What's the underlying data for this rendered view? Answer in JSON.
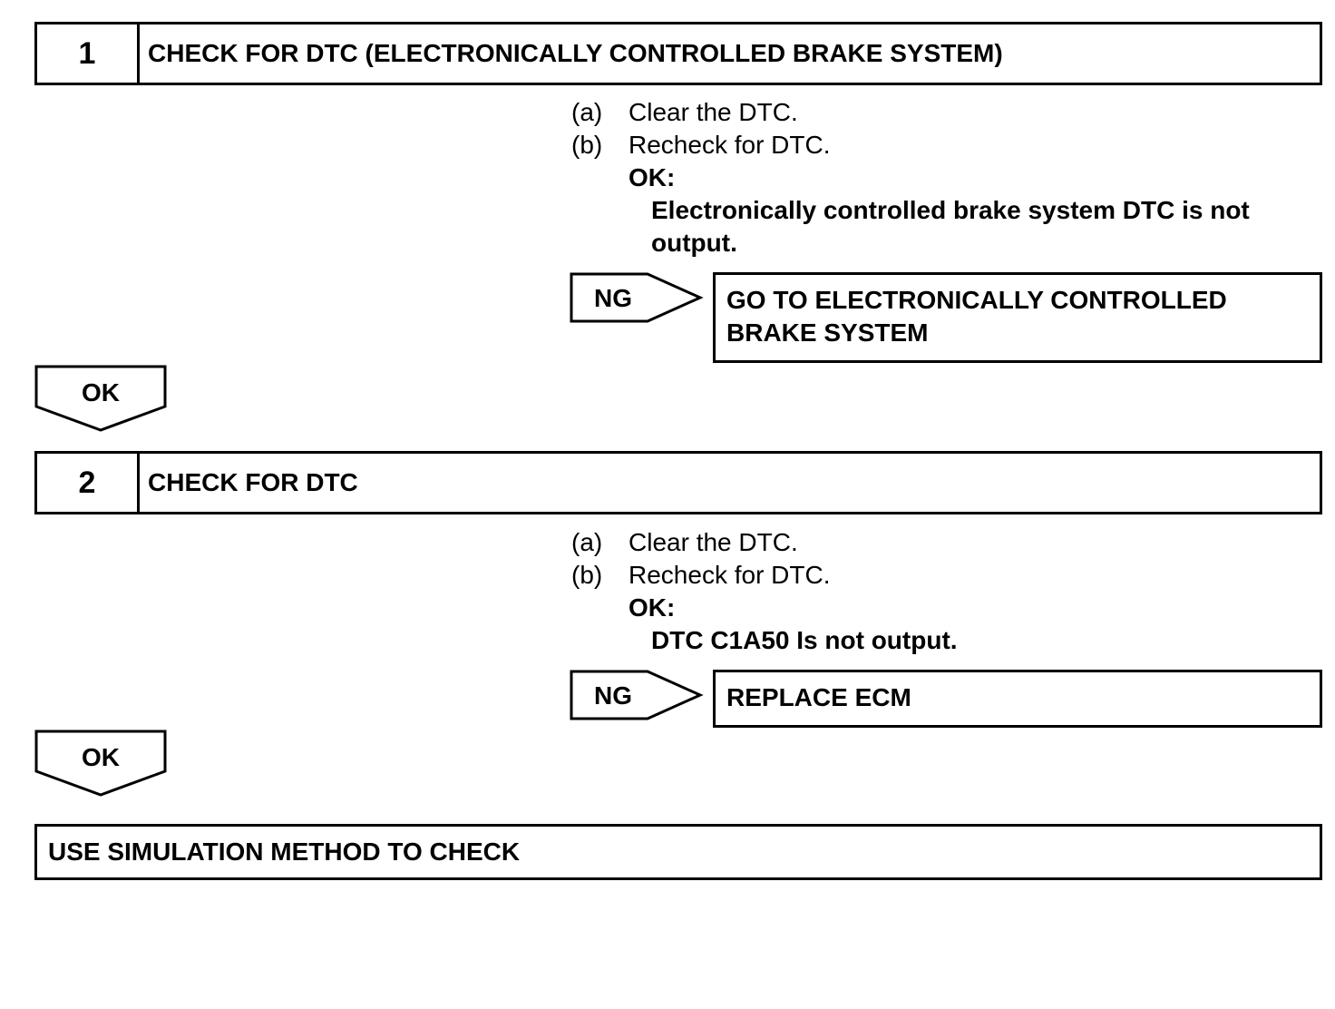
{
  "steps": [
    {
      "number": "1",
      "title": "CHECK FOR DTC (ELECTRONICALLY CONTROLLED BRAKE SYSTEM)",
      "actions": [
        {
          "marker": "(a)",
          "text": "Clear the DTC."
        },
        {
          "marker": "(b)",
          "text": "Recheck for DTC."
        }
      ],
      "ok_label": "OK:",
      "ok_criteria": [
        "Electronically controlled brake system DTC is not",
        "output."
      ],
      "ng_label": "NG",
      "ng_result": [
        "GO TO ELECTRONICALLY CONTROLLED",
        "BRAKE SYSTEM"
      ],
      "ok_arrow_label": "OK"
    },
    {
      "number": "2",
      "title": "CHECK FOR DTC",
      "actions": [
        {
          "marker": "(a)",
          "text": "Clear the DTC."
        },
        {
          "marker": "(b)",
          "text": "Recheck for DTC."
        }
      ],
      "ok_label": "OK:",
      "ok_criteria": [
        "DTC C1A50 Is not output."
      ],
      "ng_label": "NG",
      "ng_result": [
        "REPLACE ECM"
      ],
      "ok_arrow_label": "OK"
    }
  ],
  "final": {
    "text": "USE SIMULATION METHOD TO CHECK"
  }
}
